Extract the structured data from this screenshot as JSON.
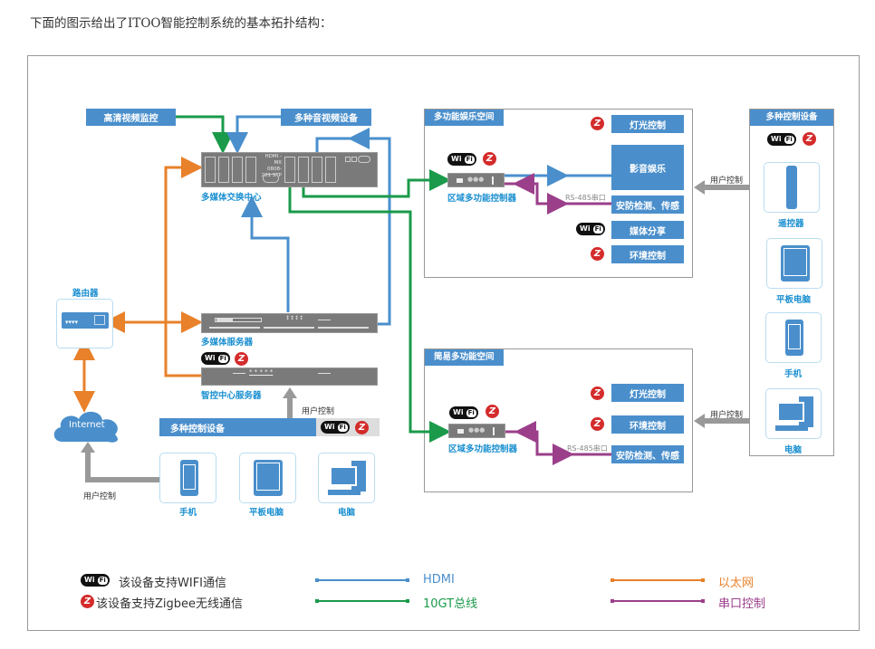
{
  "intro_text": "下面的图示给出了ITOO智能控制系统的基本拓扑结构：",
  "colors": {
    "hdmi": "#4a8fcc",
    "bus_10gt": "#1a9a4a",
    "ethernet": "#e8812a",
    "serial": "#9b3f8a",
    "label_blue": "#1a8fd0",
    "box_blue": "#4a8fcc",
    "device_gray": "#7a7a7a",
    "zigbee_red": "#d42b2b"
  },
  "icons": {
    "wifi": "wifi-badge-icon",
    "zigbee": "zigbee-badge-icon"
  },
  "badges": {
    "wifi_main": "Wi",
    "wifi_fi": "Fi",
    "zigbee": "Z"
  },
  "sources": {
    "hd_video": "高清视频监控",
    "av_devices": "多种音视频设备"
  },
  "matrix": {
    "label": "多媒体交换中心",
    "model_line1": "HDMI -",
    "model_line2": "MX 0808-",
    "model_line3": "201 STP"
  },
  "router": {
    "label": "路由器"
  },
  "internet": {
    "label": "Internet"
  },
  "media_server": {
    "label": "多媒体服务器"
  },
  "control_server": {
    "label": "智控中心服务器"
  },
  "bottom_controls": {
    "title": "多种控制设备",
    "user_control_up": "用户控制",
    "user_control_left": "用户控制",
    "devices": [
      {
        "label": "手机",
        "icon": "phone-icon"
      },
      {
        "label": "平板电脑",
        "icon": "tablet-icon"
      },
      {
        "label": "电脑",
        "icon": "computer-icon"
      }
    ]
  },
  "room_full": {
    "title": "多功能娱乐空间",
    "controller_label": "区域多功能控制器",
    "rs485": "RS-485串口",
    "functions": [
      {
        "label": "灯光控制",
        "badge": "zigbee"
      },
      {
        "label": "影音娱乐",
        "badge": ""
      },
      {
        "label": "安防检测、传感",
        "badge": ""
      },
      {
        "label": "媒体分享",
        "badge": "wifi"
      },
      {
        "label": "环境控制",
        "badge": "zigbee"
      }
    ]
  },
  "room_simple": {
    "title": "简易多功能空间",
    "controller_label": "区域多功能控制器",
    "rs485": "RS-485串口",
    "functions": [
      {
        "label": "灯光控制",
        "badge": "zigbee"
      },
      {
        "label": "环境控制",
        "badge": "zigbee"
      },
      {
        "label": "安防检测、传感",
        "badge": ""
      }
    ]
  },
  "right_controls": {
    "title": "多种控制设备",
    "user_control_top": "用户控制",
    "user_control_bottom": "用户控制",
    "devices": [
      {
        "label": "遥控器",
        "icon": "remote-icon"
      },
      {
        "label": "平板电脑",
        "icon": "tablet-icon"
      },
      {
        "label": "手机",
        "icon": "phone-icon"
      },
      {
        "label": "电脑",
        "icon": "computer-icon"
      }
    ]
  },
  "legend": {
    "wifi_text": "该设备支持WIFI通信",
    "zigbee_text": "该设备支持Zigbee无线通信",
    "hdmi": "HDMI",
    "bus": "10GT总线",
    "ethernet": "以太网",
    "serial": "串口控制"
  }
}
